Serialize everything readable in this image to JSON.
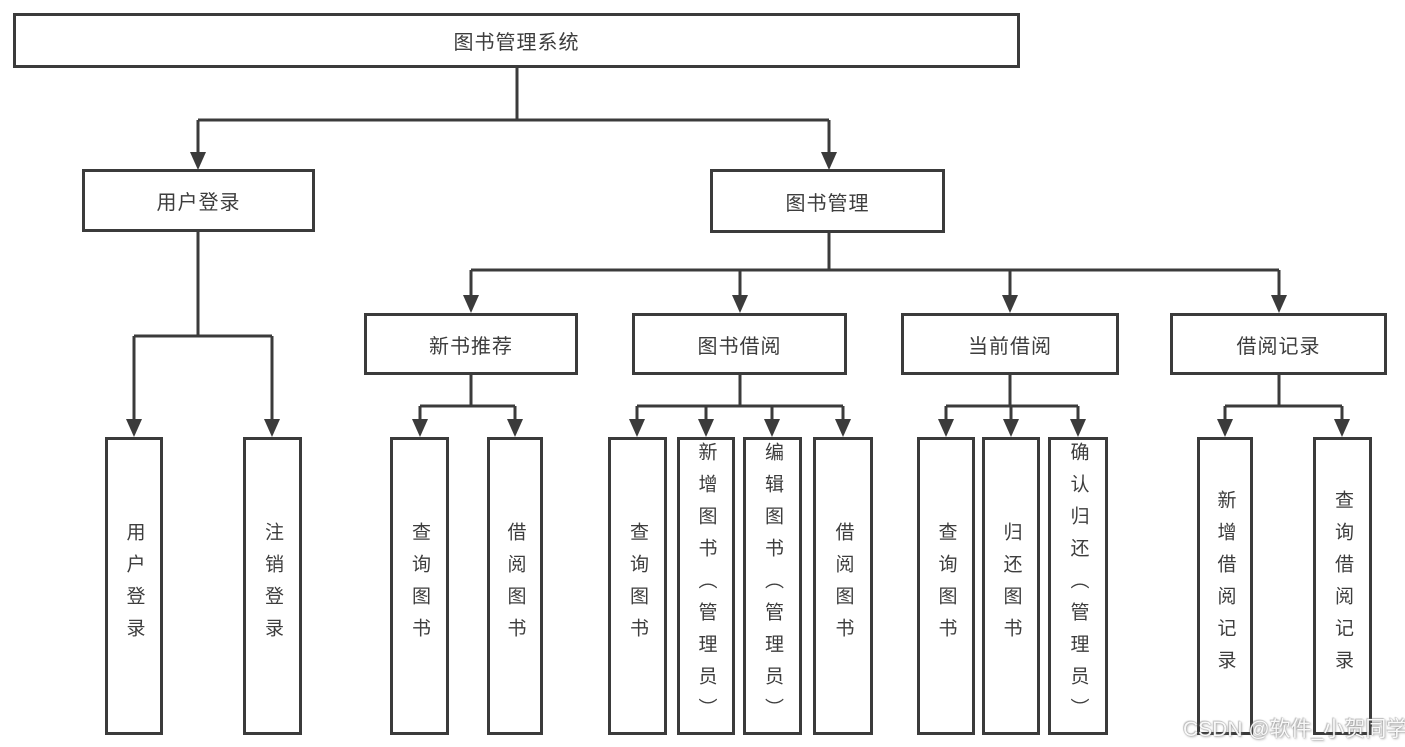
{
  "title": "图书管理系统",
  "tree": {
    "root": "图书管理系统",
    "level2": [
      {
        "label": "用户登录",
        "children": [
          {
            "label": "用户登录"
          },
          {
            "label": "注销登录"
          }
        ]
      },
      {
        "label": "图书管理",
        "children": [
          {
            "label": "新书推荐",
            "children": [
              {
                "label": "查询图书"
              },
              {
                "label": "借阅图书"
              }
            ]
          },
          {
            "label": "图书借阅",
            "children": [
              {
                "label": "查询图书"
              },
              {
                "label": "新增图书（管理员）"
              },
              {
                "label": "编辑图书（管理员）"
              },
              {
                "label": "借阅图书"
              }
            ]
          },
          {
            "label": "当前借阅",
            "children": [
              {
                "label": "查询图书"
              },
              {
                "label": "归还图书"
              },
              {
                "label": "确认归还（管理员）"
              }
            ]
          },
          {
            "label": "借阅记录",
            "children": [
              {
                "label": "新增借阅记录"
              },
              {
                "label": "查询借阅记录"
              }
            ]
          }
        ]
      }
    ]
  },
  "watermark": {
    "text": "CSDN @软件_小贺同学"
  },
  "colors": {
    "line": "#3b3b3b",
    "text": "#3d3d3d",
    "background": "#ffffff",
    "watermark_text": "#f5f5f5"
  }
}
